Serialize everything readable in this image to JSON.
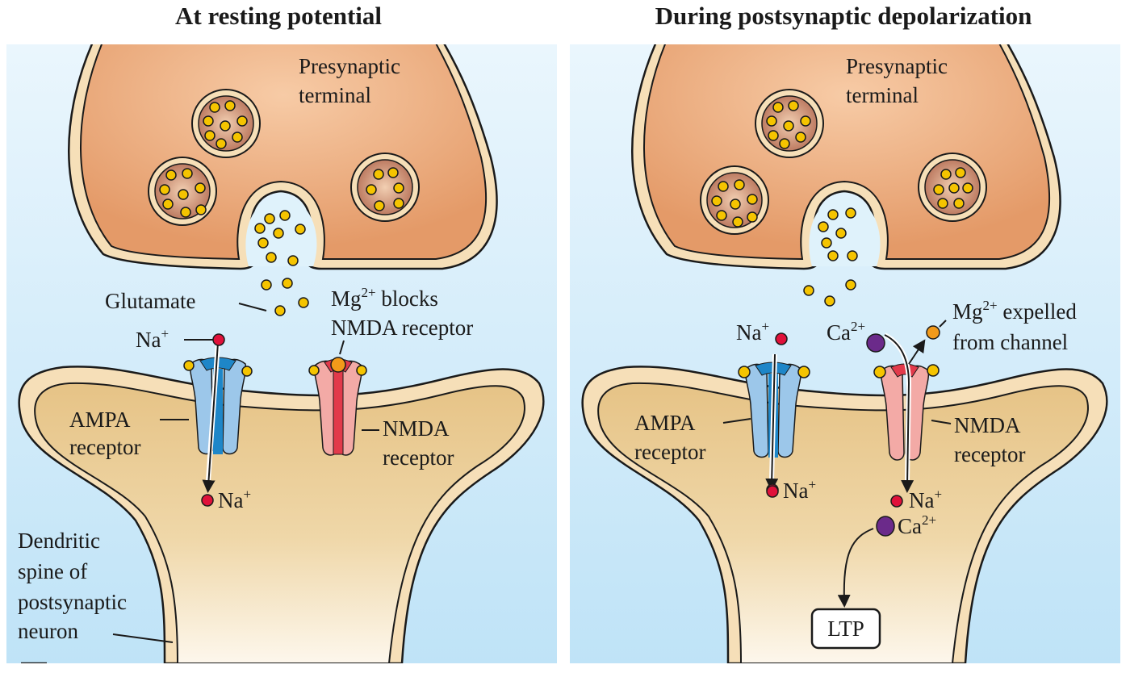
{
  "panels": [
    {
      "title": "At resting potential",
      "labels": {
        "presynaptic_line1": "Presynaptic",
        "presynaptic_line2": "terminal",
        "glutamate": "Glutamate",
        "na_out": "Na",
        "na_out_charge": "+",
        "mg_line1_base": "Mg",
        "mg_charge": "2+",
        "mg_line1_rest": " blocks",
        "mg_line2": "NMDA receptor",
        "ampa_line1": "AMPA",
        "ampa_line2": "receptor",
        "nmda_line1": "NMDA",
        "nmda_line2": "receptor",
        "na_in": "Na",
        "na_in_charge": "+",
        "spine_line1": "Dendritic",
        "spine_line2": "spine of",
        "spine_line3": "postsynaptic",
        "spine_line4": "neuron"
      }
    },
    {
      "title": "During postsynaptic depolarization",
      "labels": {
        "presynaptic_line1": "Presynaptic",
        "presynaptic_line2": "terminal",
        "na_out": "Na",
        "na_out_charge": "+",
        "ca_out": "Ca",
        "ca_out_charge": "2+",
        "mg_line1_base": "Mg",
        "mg_charge": "2+",
        "mg_line1_rest": " expelled",
        "mg_line2": "from channel",
        "ampa_line1": "AMPA",
        "ampa_line2": "receptor",
        "nmda_line1": "NMDA",
        "nmda_line2": "receptor",
        "na_in_ampa": "Na",
        "na_in_ampa_charge": "+",
        "na_in_nmda": "Na",
        "na_in_nmda_charge": "+",
        "ca_in": "Ca",
        "ca_in_charge": "2+",
        "ltp": "LTP"
      }
    }
  ],
  "colors": {
    "background_top": "#eaf6fd",
    "background_bottom": "#bfe3f7",
    "presynaptic": "#eaa97a",
    "membrane": "#f6dfb8",
    "postsynaptic": "#e9c98f",
    "glutamate": "#f5c400",
    "sodium": "#e0113a",
    "calcium": "#6b2a8a",
    "magnesium": "#f29a1a",
    "ampa": "#9cc7ea",
    "ampa_core": "#1e86c8",
    "nmda": "#f3aaa6",
    "nmda_core": "#e23a4b"
  }
}
